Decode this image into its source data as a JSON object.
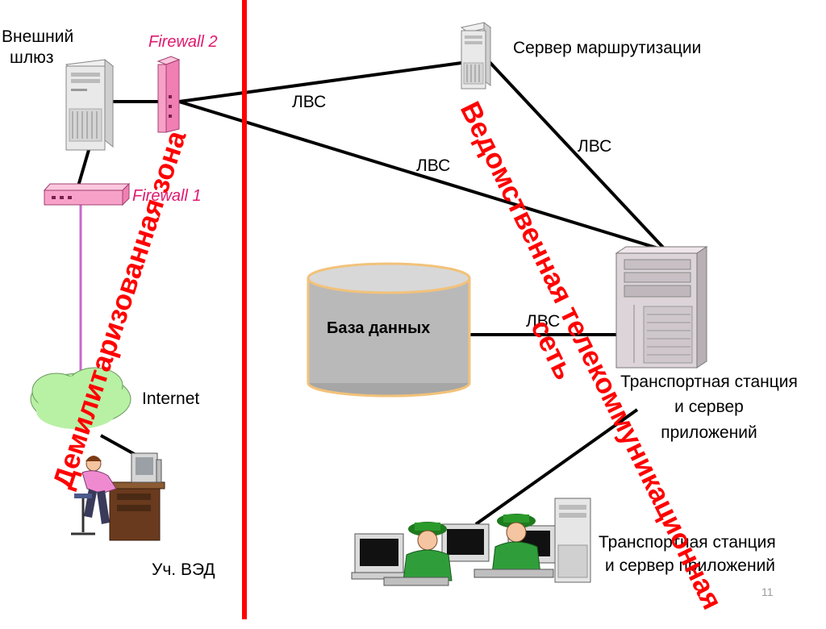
{
  "labels": {
    "external_gateway_line1": "Внешний",
    "external_gateway_line2": "шлюз",
    "firewall2": "Firewall 2",
    "firewall1": "Firewall 1",
    "routing_server": "Сервер маршрутизации",
    "lan_top": "ЛВС",
    "lan_right": "ЛВС",
    "lan_middle": "ЛВС",
    "lan_db": "ЛВС",
    "database": "База данных",
    "internet": "Internet",
    "transport_station_1_line1": "Транспортная станция",
    "transport_station_1_line2": "и сервер",
    "transport_station_1_line3": "приложений",
    "transport_station_2_line1": "Транспортная станция",
    "transport_station_2_line2": "и сервер приложений",
    "ved_unit": "Уч. ВЭД",
    "dmz": "Демилитаризованная зона",
    "departmental_network_line1": "Ведомственная телекоммуникационная",
    "departmental_network_line2": "сеть",
    "page_number": "11"
  },
  "colors": {
    "boundary": "#ff0000",
    "firewall": "#f7a1c9",
    "firewall_text": "#e0196f",
    "cloud": "#b8f0a4",
    "database": "#b9b9b9"
  }
}
